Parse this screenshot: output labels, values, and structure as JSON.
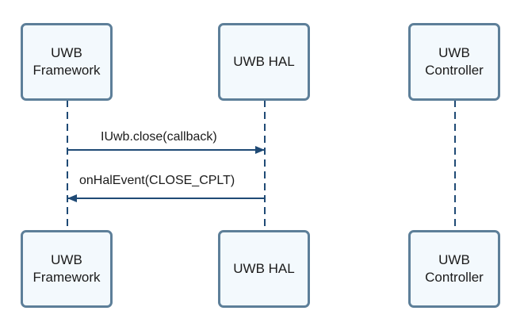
{
  "participants": [
    {
      "top_line": "UWB",
      "bottom_line": "Framework"
    },
    {
      "top_line": "",
      "bottom_line": "UWB HAL"
    },
    {
      "top_line": "UWB",
      "bottom_line": "Controller"
    }
  ],
  "messages": [
    {
      "from": 0,
      "to": 1,
      "label": "IUwb.close(callback)"
    },
    {
      "from": 1,
      "to": 0,
      "label": "onHalEvent(CLOSE_CPLT)"
    }
  ],
  "colors": {
    "box_border": "#5d7f99",
    "box_fill": "#f3f9fd",
    "lifeline": "#1f4a75",
    "arrow": "#1f4a75",
    "text": "#1b1b1b"
  }
}
